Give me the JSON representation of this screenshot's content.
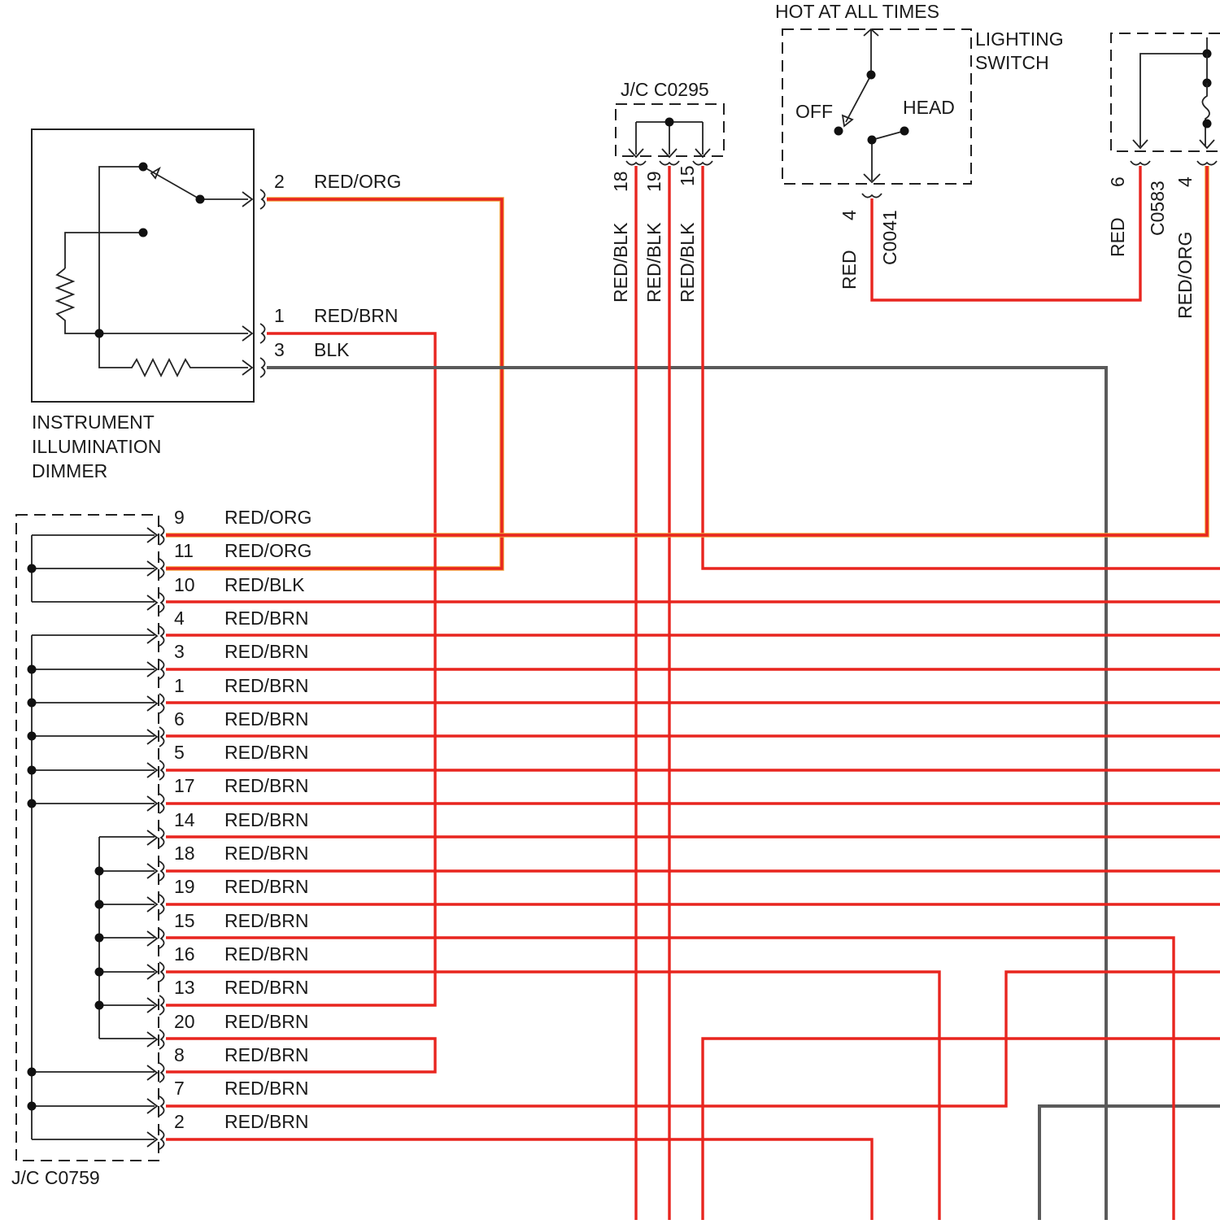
{
  "dimmer": {
    "title_lines": [
      "INSTRUMENT",
      "ILLUMINATION",
      "DIMMER"
    ],
    "pins": [
      {
        "pin": "2",
        "color": "RED/ORG"
      },
      {
        "pin": "1",
        "color": "RED/BRN"
      },
      {
        "pin": "3",
        "color": "BLK"
      }
    ]
  },
  "jc0295": {
    "label": "J/C C0295",
    "pins": [
      {
        "pin": "18",
        "color": "RED/BLK"
      },
      {
        "pin": "19",
        "color": "RED/BLK"
      },
      {
        "pin": "15",
        "color": "RED/BLK"
      }
    ]
  },
  "lighting_switch": {
    "hot_label": "HOT AT ALL TIMES",
    "title_lines": [
      "LIGHTING",
      "SWITCH"
    ],
    "off_label": "OFF",
    "head_label": "HEAD",
    "pin": "4",
    "connector": "C0041",
    "wire_color": "RED"
  },
  "right_component": {
    "pin_a": "6",
    "pin_a_color": "RED",
    "connector": "C0583",
    "pin_b": "4",
    "pin_b_color": "RED/ORG"
  },
  "jc0759": {
    "label": "J/C C0759",
    "pins": [
      {
        "pin": "9",
        "color": "RED/ORG"
      },
      {
        "pin": "11",
        "color": "RED/ORG"
      },
      {
        "pin": "10",
        "color": "RED/BLK"
      },
      {
        "pin": "4",
        "color": "RED/BRN"
      },
      {
        "pin": "3",
        "color": "RED/BRN"
      },
      {
        "pin": "1",
        "color": "RED/BRN"
      },
      {
        "pin": "6",
        "color": "RED/BRN"
      },
      {
        "pin": "5",
        "color": "RED/BRN"
      },
      {
        "pin": "17",
        "color": "RED/BRN"
      },
      {
        "pin": "14",
        "color": "RED/BRN"
      },
      {
        "pin": "18",
        "color": "RED/BRN"
      },
      {
        "pin": "19",
        "color": "RED/BRN"
      },
      {
        "pin": "15",
        "color": "RED/BRN"
      },
      {
        "pin": "16",
        "color": "RED/BRN"
      },
      {
        "pin": "13",
        "color": "RED/BRN"
      },
      {
        "pin": "20",
        "color": "RED/BRN"
      },
      {
        "pin": "8",
        "color": "RED/BRN"
      },
      {
        "pin": "7",
        "color": "RED/BRN"
      },
      {
        "pin": "2",
        "color": "RED/BRN"
      }
    ]
  }
}
